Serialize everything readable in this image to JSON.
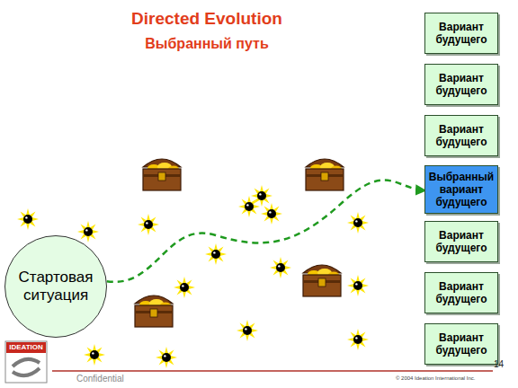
{
  "diagram": {
    "title": "Directed Evolution",
    "nodes": [
      {
        "text": [
          "Вариант будущего"
        ]
      },
      {
        "text": [
          "Вариант будущего"
        ]
      },
      {
        "text": [
          "Вариант будущего"
        ]
      },
      {
        "text": [
          "Выбранный вариант будущего"
        ]
      },
      {
        "text": [
          "Вариант будущего"
        ]
      },
      {
        "text": [
          "Вариант будущего"
        ]
      },
      {
        "text": [
          "Вариант будущего"
        ]
      },
      {
        "text": [
          "Стартовая ситуация"
        ]
      }
    ],
    "edges": [
      {
        "from": 7,
        "to": 3,
        "arrow": "to"
      }
    ],
    "labels": [
      "Выбранный путь",
      "IDEATION",
      "Confidential",
      "14",
      "© 2004 Ideation International Inc."
    ]
  }
}
